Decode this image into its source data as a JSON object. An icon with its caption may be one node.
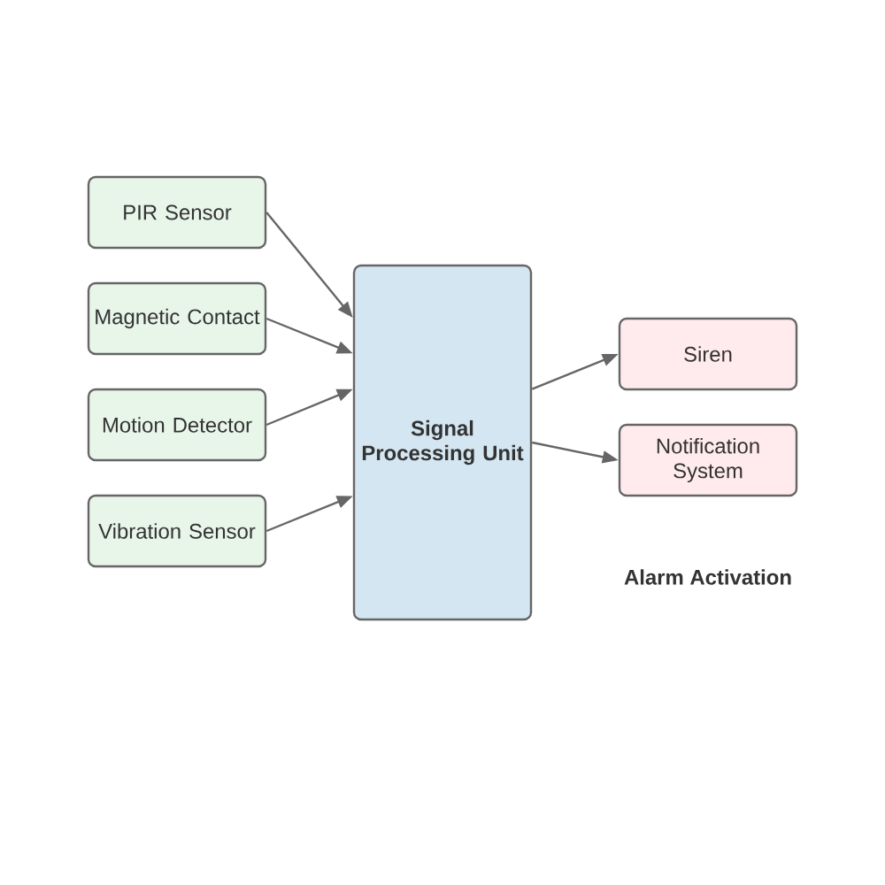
{
  "diagram": {
    "nodes": [
      {
        "text": [
          "PIR Sensor"
        ]
      },
      {
        "text": [
          "Magnetic Contact"
        ]
      },
      {
        "text": [
          "Motion Detector"
        ]
      },
      {
        "text": [
          "Vibration Sensor"
        ]
      },
      {
        "text": [
          "Signal Processing Unit"
        ]
      },
      {
        "text": [
          "Siren"
        ]
      },
      {
        "text": [
          "Notification System"
        ]
      }
    ],
    "edges": [
      {
        "from": 0,
        "to": 4,
        "arrow": "to"
      },
      {
        "from": 1,
        "to": 4,
        "arrow": "to"
      },
      {
        "from": 2,
        "to": 4,
        "arrow": "to"
      },
      {
        "from": 3,
        "to": 4,
        "arrow": "to"
      },
      {
        "from": 4,
        "to": 5,
        "arrow": "to"
      },
      {
        "from": 4,
        "to": 6,
        "arrow": "to"
      }
    ],
    "labels": [
      "Alarm Activation"
    ]
  }
}
